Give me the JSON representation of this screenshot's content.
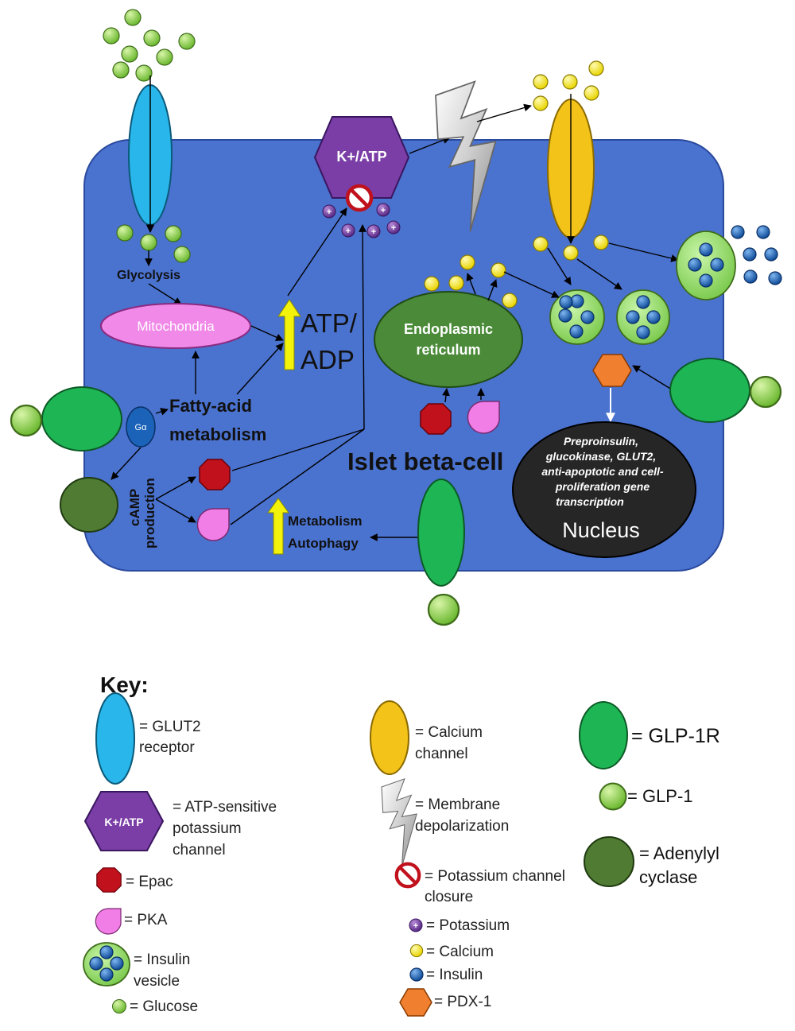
{
  "cell": {
    "name": "Islet beta-cell",
    "glycolysis": "Glycolysis",
    "mitochondria": "Mitochondria",
    "atp_adp_line1": "ATP/",
    "atp_adp_line2": "ADP",
    "fatty_acid_line1": "Fatty-acid",
    "fatty_acid_line2": "metabolism",
    "g_alpha": "Gα",
    "camp_line1": "cAMP",
    "camp_line2": "production",
    "metabolism": "Metabolism",
    "autophagy": "Autophagy",
    "er_line1": "Endoplasmic",
    "er_line2": "reticulum",
    "katp": "K+/ATP",
    "nucleus": {
      "lines": [
        "Preproinsulin,",
        "glucokinase, GLUT2,",
        "anti-apoptotic and cell-",
        "proliferation gene",
        "transcription"
      ],
      "title": "Nucleus"
    }
  },
  "key": {
    "title": "Key:",
    "glut2": [
      "= GLUT2",
      "receptor"
    ],
    "katp_icon": "K+/ATP",
    "katp": [
      "= ATP-sensitive",
      "potassium",
      "channel"
    ],
    "epac": "= Epac",
    "pka": "= PKA",
    "insulin_vesicle": [
      "= Insulin",
      "vesicle"
    ],
    "glucose": "= Glucose",
    "calcium_channel": [
      "= Calcium",
      "channel"
    ],
    "depolarization": [
      "= Membrane",
      "depolarization"
    ],
    "k_closure": [
      "= Potassium channel",
      "closure"
    ],
    "potassium": "= Potassium",
    "calcium": "= Calcium",
    "insulin": "= Insulin",
    "pdx1": "= PDX-1",
    "glp1r": "= GLP-1R",
    "glp1": "= GLP-1",
    "adenylyl": [
      "= Adenylyl",
      "cyclase"
    ]
  },
  "colors": {
    "cell": "#4a72cf",
    "glut2": "#29b6ea",
    "glucose": "#8cd04a",
    "calcium": "#f5e60c",
    "calcium_channel": "#f4c31a",
    "insulin": "#1b63b8",
    "vesicle": "#9fe07a",
    "katp": "#7a3ea6",
    "mitochondria": "#f089e8",
    "er": "#4a8a38",
    "nucleus": "#262626",
    "epac": "#c0111c",
    "pka": "#f07ee6",
    "glp1r": "#1eb554",
    "adenylyl": "#4f7b33",
    "pdx1": "#f08030",
    "arrow_up": "#f2f20a"
  }
}
